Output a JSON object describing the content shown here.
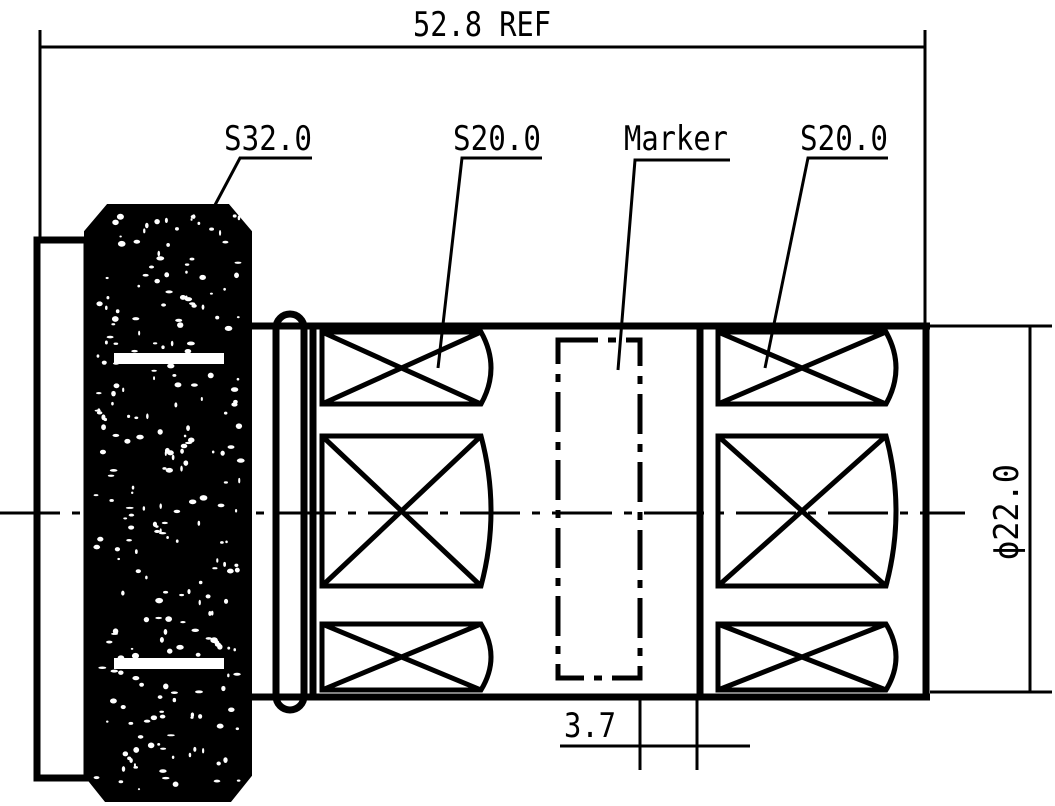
{
  "drawing": {
    "overall_dimension": "52.8 REF",
    "hex_label": "S32.0",
    "wrench_flat_left_label": "S20.0",
    "marker_label": "Marker",
    "wrench_flat_right_label": "S20.0",
    "diameter_label": "ϕ22.0",
    "marker_dimension": "3.7"
  },
  "colors": {
    "line": "#000000",
    "background": "#ffffff"
  }
}
